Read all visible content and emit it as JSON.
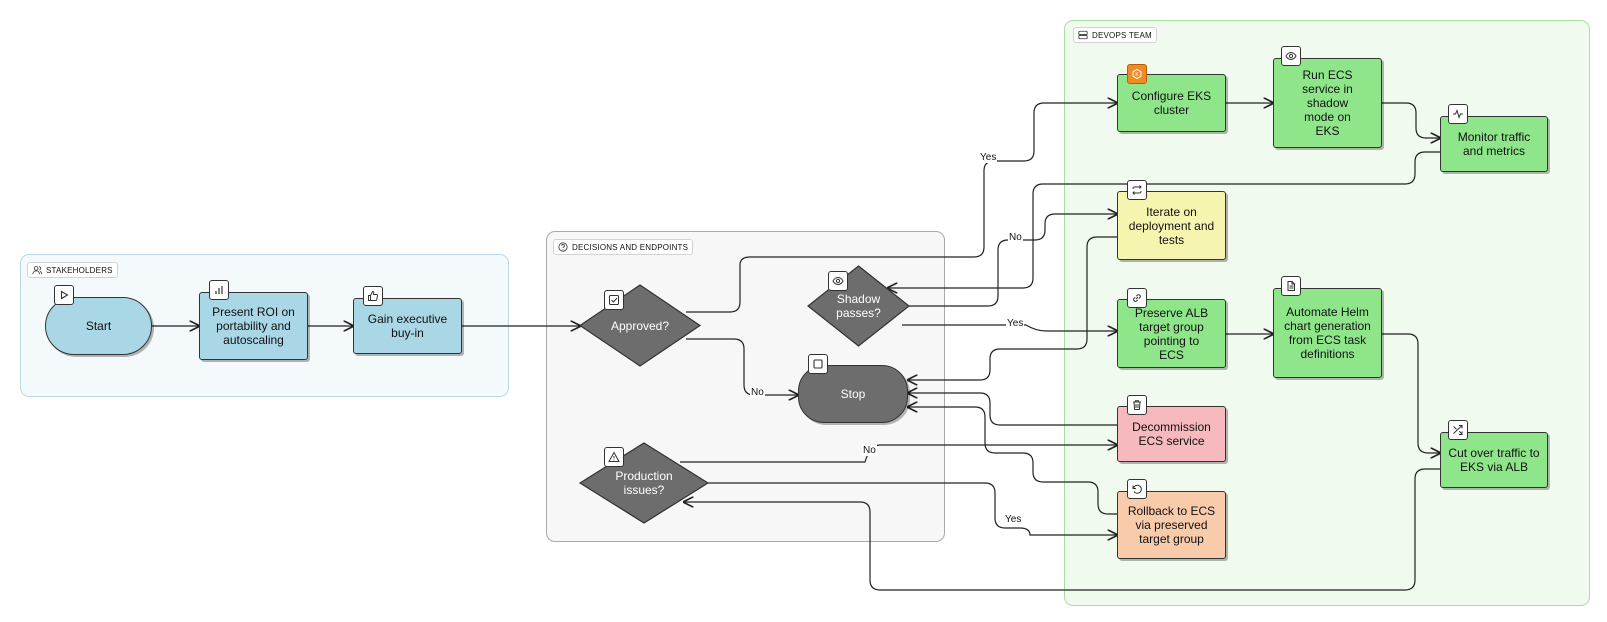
{
  "groups": {
    "stakeholders": "STAKEHOLDERS",
    "decisions": "DECISIONS AND ENDPOINTS",
    "devops": "DEVOPS TEAM"
  },
  "nodes": {
    "start": "Start",
    "present_roi": "Present ROI on portability and autoscaling",
    "gain_buyin": "Gain executive buy-in",
    "approved": "Approved?",
    "shadow_passes": "Shadow passes?",
    "stop": "Stop",
    "production_issues": "Production issues?",
    "configure_eks": "Configure EKS cluster",
    "run_ecs_shadow": "Run ECS service in shadow mode on EKS",
    "monitor": "Monitor traffic and metrics",
    "iterate": "Iterate on deployment and tests",
    "preserve_alb": "Preserve ALB target group pointing to ECS",
    "automate_helm": "Automate Helm chart generation from ECS task definitions",
    "decommission": "Decommission ECS service",
    "cutover": "Cut over traffic to EKS via ALB",
    "rollback": "Rollback to ECS via preserved target group"
  },
  "edge_labels": {
    "approved_yes": "Yes",
    "approved_no": "No",
    "shadow_no": "No",
    "shadow_yes": "Yes",
    "prod_no": "No",
    "prod_yes": "Yes"
  },
  "icons": {
    "stakeholders": "users-icon",
    "decisions": "help-circle-icon",
    "devops": "server-icon",
    "start": "play-icon",
    "present_roi": "bar-chart-icon",
    "gain_buyin": "thumbs-up-icon",
    "approved": "check-square-icon",
    "shadow_passes": "eye-icon",
    "stop": "square-icon",
    "production_issues": "alert-triangle-icon",
    "configure_eks": "aws-eks-icon",
    "run_ecs_shadow": "eye-icon",
    "monitor": "activity-icon",
    "iterate": "repeat-icon",
    "preserve_alb": "link-icon",
    "automate_helm": "file-text-icon",
    "decommission": "trash-icon",
    "cutover": "shuffle-icon",
    "rollback": "rotate-ccw-icon"
  },
  "colors": {
    "stakeholder_fill": "#a9d7e6",
    "decision_fill": "#6d6d6d",
    "process_fill": "#8fe68a",
    "iterate_fill": "#f6f5b0",
    "decommission_fill": "#f6b9bd",
    "rollback_fill": "#f8ccaa",
    "eks_icon": "#f08a23"
  }
}
